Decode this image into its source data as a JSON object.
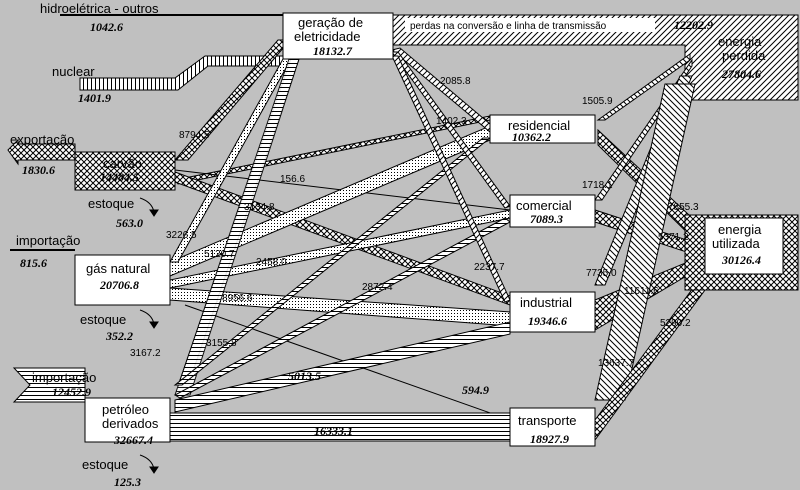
{
  "nodes": {
    "hydro": {
      "label": "hidroelétrica - outros",
      "value": "1042.6"
    },
    "nuclear": {
      "label": "nuclear",
      "value": "1401.9"
    },
    "export": {
      "label": "exportação",
      "value": "1830.6"
    },
    "coal": {
      "label": "carvão",
      "value": "14484.5"
    },
    "coal_stock": {
      "label": "estoque",
      "value": "563.0"
    },
    "gas_import": {
      "label": "importação",
      "value": "815.6"
    },
    "gas": {
      "label": "gás natural",
      "value": "20706.8"
    },
    "gas_stock": {
      "label": "estoque",
      "value": "352.2"
    },
    "oil_import": {
      "label": "importação",
      "value": "12452.9"
    },
    "oil": {
      "label": "petróleo\nderivados",
      "line1": "petróleo",
      "line2": "derivados",
      "value": "32667.4"
    },
    "oil_stock": {
      "label": "estoque",
      "value": "125.3"
    },
    "electric": {
      "label": "geração de eletricidade",
      "line1": "geração de",
      "line2": "eletricidade",
      "value": "18132.7"
    },
    "losses": {
      "label": "perdas na conversão e linha de transmissão",
      "value": "12202.9"
    },
    "residential": {
      "label": "residencial",
      "value": "10362.2"
    },
    "commercial": {
      "label": "comercial",
      "value": "7089.3"
    },
    "industrial": {
      "label": "industrial",
      "value": "19346.6"
    },
    "transport": {
      "label": "transporte",
      "value": "18927.9"
    },
    "lost": {
      "label": "energia perdida",
      "line1": "energia",
      "line2": "perdida",
      "value": "27804.6"
    },
    "used": {
      "label": "energia utilizada",
      "line1": "energia",
      "line2": "utilizada",
      "value": "30126.4"
    }
  },
  "flows": [
    {
      "id": "coal_electric",
      "value": "8794.5"
    },
    {
      "id": "coal_commercial",
      "value": "156.6"
    },
    {
      "id": "coal_industrial",
      "value": "3134.8"
    },
    {
      "id": "coal_residential",
      "value": "3226.5"
    },
    {
      "id": "gas_electric",
      "value": "5120.7"
    },
    {
      "id": "gas_residential",
      "value": "2458.0"
    },
    {
      "id": "gas_commercial",
      "value": "2872.4"
    },
    {
      "id": "gas_industrial",
      "value": "8956.6"
    },
    {
      "id": "oil_electric_a",
      "value": "3167.2"
    },
    {
      "id": "oil_electric_b",
      "value": "3155.8"
    },
    {
      "id": "oil_industrial",
      "value": "5013.5"
    },
    {
      "id": "oil_transport",
      "value": "16333.1"
    },
    {
      "id": "gas_transport",
      "value": "594.9"
    },
    {
      "id": "electric_residential",
      "value": "2085.8"
    },
    {
      "id": "electric_commercial",
      "value": "1402.3"
    },
    {
      "id": "electric_industrial",
      "value": "2237.7"
    },
    {
      "id": "residential_lost",
      "value": "1505.9"
    },
    {
      "id": "commercial_lost",
      "value": "1718.1"
    },
    {
      "id": "residential_used",
      "value": "7855.3"
    },
    {
      "id": "commercial_used",
      "value": "5371.2"
    },
    {
      "id": "industrial_lost",
      "value": "7735.0"
    },
    {
      "id": "industrial_used",
      "value": "11611.6"
    },
    {
      "id": "transport_lost",
      "value": "13637.7"
    },
    {
      "id": "transport_used",
      "value": "5290.2"
    }
  ]
}
